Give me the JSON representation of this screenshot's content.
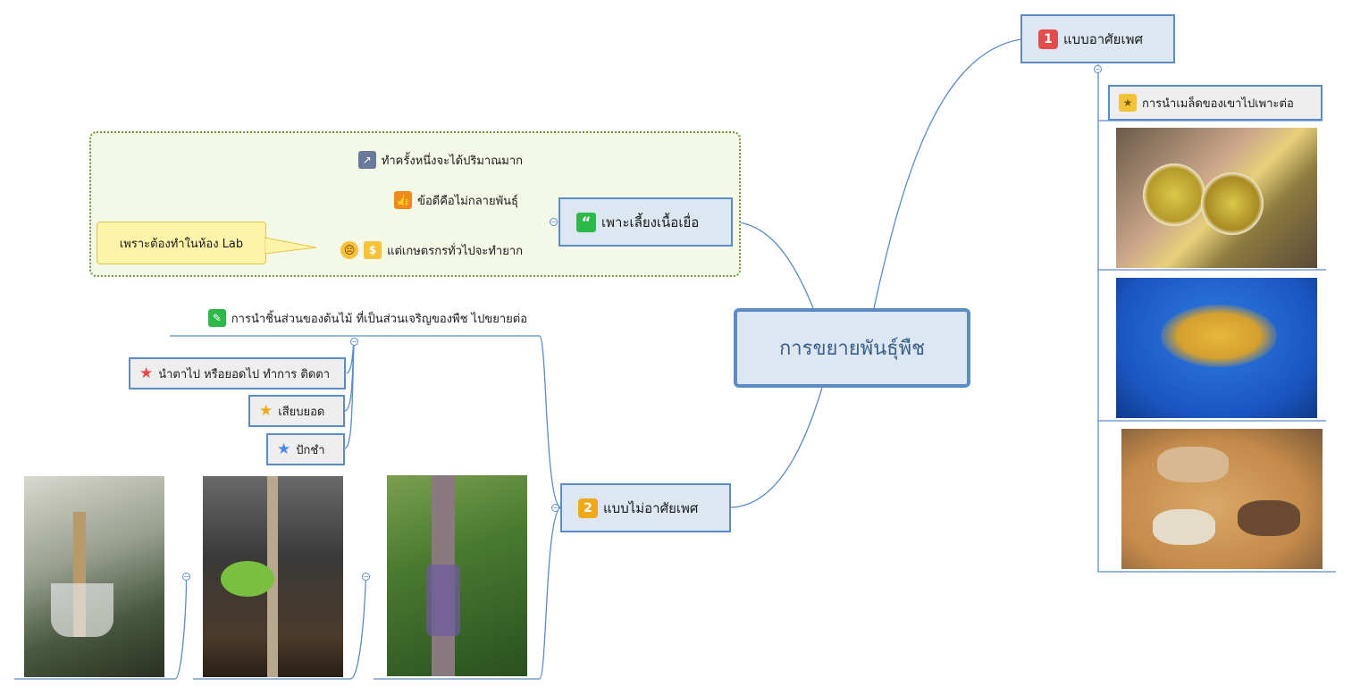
{
  "central": {
    "label": "การขยายพันธุ์พืช"
  },
  "sexual": {
    "number": "1",
    "label": "แบบอาศัยเพศ",
    "child": {
      "label": "การนำเมล็ดของเขาไปเพาะต่อ",
      "icon": "medal-icon"
    }
  },
  "asexual": {
    "number": "2",
    "label": "แบบไม่อาศัยเพศ",
    "plant_part": {
      "label": "การนำชิ้นส่วนของต้นไม้ ที่เป็นส่วนเจริญของพืช ไปขยายต่อ",
      "icon": "pencil-icon",
      "methods": [
        {
          "label": "นำตาไป หรือยอดไป ทำการ ติดตา",
          "icon": "red-star-icon",
          "color": "#e34c4c"
        },
        {
          "label": "เสียบยอด",
          "icon": "orange-star-icon",
          "color": "#f0a81a"
        },
        {
          "label": "ปักชำ",
          "icon": "blue-star-icon",
          "color": "#4a8ae6"
        }
      ]
    }
  },
  "tissue_culture": {
    "label": "เพาะเลี้ยงเนื้อเยื่อ",
    "icon": "quote-icon",
    "points": [
      {
        "label": "ทำครั้งหนึ่งจะได้ปริมาณมาก",
        "icon": "chart-icon"
      },
      {
        "label": "ข้อดีคือไม่กลายพันธุ์",
        "icon": "thumbs-up-icon"
      },
      {
        "label": "แต่เกษตรกรทั่วไปจะทำยาก",
        "icon": "angry-face-icon"
      }
    ],
    "callout": "เพราะต้องทำในห้อง Lab"
  },
  "colors": {
    "border": "#5b8cc8",
    "node_fill": "#dde7f2",
    "frame": "#6e9a3c"
  }
}
